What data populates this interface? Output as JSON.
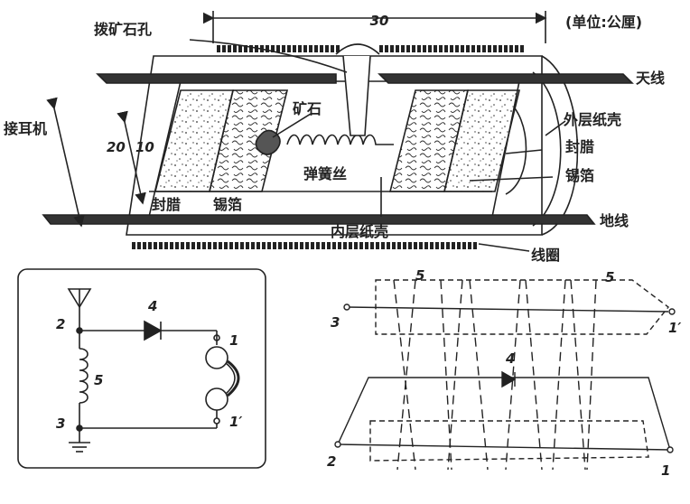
{
  "labels": {
    "dimension_30": "30",
    "unit": "(单位:公厘)",
    "crystal_hole": "拨矿石孔",
    "antenna": "天线",
    "crystal": "矿石",
    "outer_shell": "外层纸壳",
    "earphone": "接耳机",
    "dimension_20": "20",
    "dimension_10": "10",
    "wax_right": "封腊",
    "spring_wire": "弹簧丝",
    "tin_foil_right": "锡箔",
    "wax_left": "封腊",
    "tin_foil_left": "锡箔",
    "ground": "地线",
    "inner_shell": "内层纸壳",
    "coil": "线圈"
  },
  "schematic": {
    "node_2": "2",
    "node_3": "3",
    "diode_4": "4",
    "coil_5": "5",
    "node_1": "1",
    "node_1p": "1′"
  },
  "winding": {
    "node_3": "3",
    "node_1p": "1′",
    "label_5a": "5",
    "label_5b": "5",
    "diode_4": "4",
    "node_2": "2",
    "node_1": "1"
  }
}
